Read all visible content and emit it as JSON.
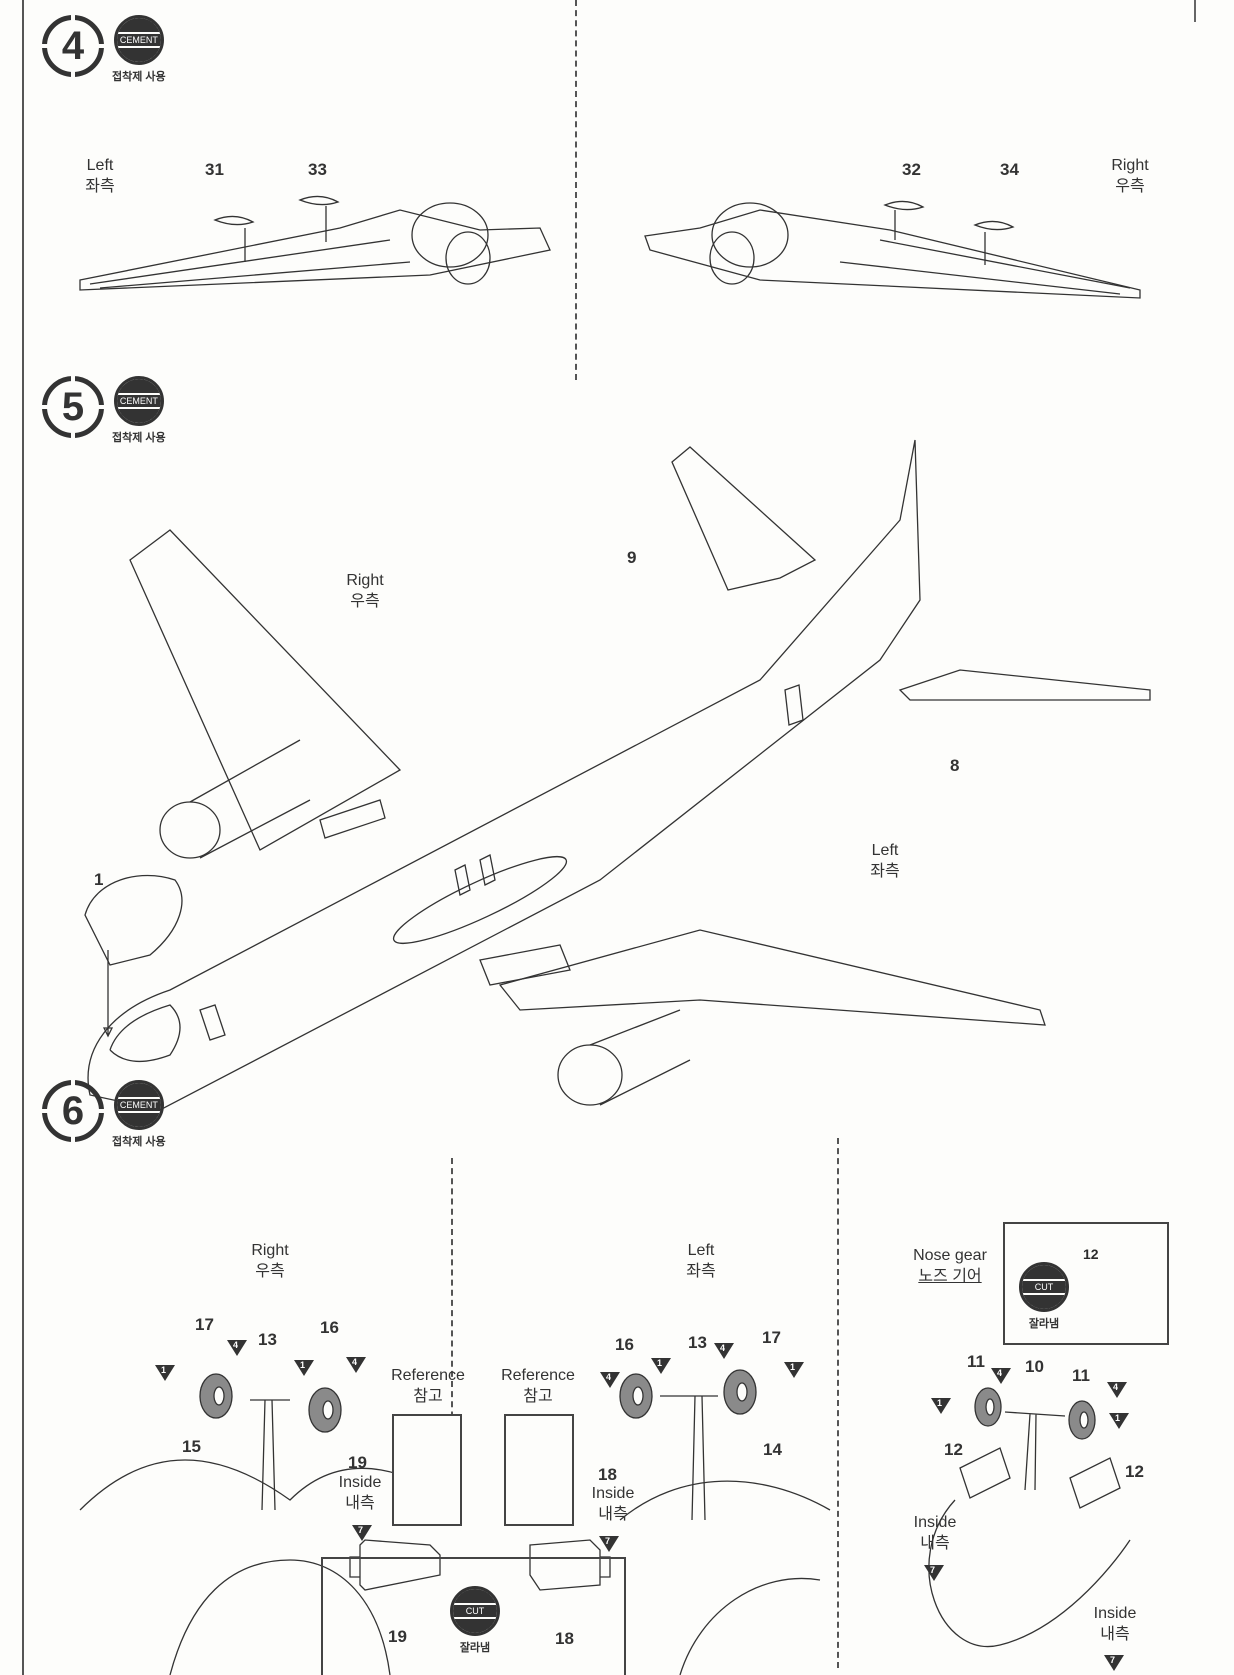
{
  "steps": [
    {
      "number": "4",
      "badge": "CEMENT",
      "badge_note": "접착제 사용"
    },
    {
      "number": "5",
      "badge": "CEMENT",
      "badge_note": "접착제 사용"
    },
    {
      "number": "6",
      "badge": "CEMENT",
      "badge_note": "접착제 사용"
    }
  ],
  "step4": {
    "left_panel": {
      "side_en": "Left",
      "side_ko": "좌측",
      "parts": [
        "31",
        "33"
      ]
    },
    "right_panel": {
      "side_en": "Right",
      "side_ko": "우측",
      "parts": [
        "32",
        "34"
      ]
    }
  },
  "step5": {
    "right_wing": {
      "en": "Right",
      "ko": "우측"
    },
    "left_wing": {
      "en": "Left",
      "ko": "좌측"
    },
    "parts": {
      "cockpit": "1",
      "fin": "9",
      "stabilizer": "8"
    }
  },
  "step6": {
    "right_gear": {
      "title_en": "Right",
      "title_ko": "우측",
      "parts": {
        "wheel_a": "17",
        "wheel_b": "16",
        "strut": "13",
        "arm": "15",
        "doors": "19"
      },
      "inside_en": "Inside",
      "inside_ko": "내측",
      "color_refs": [
        "1",
        "4",
        "1",
        "4",
        "7"
      ]
    },
    "reference_right": {
      "en": "Reference",
      "ko": "참고"
    },
    "reference_left": {
      "en": "Reference",
      "ko": "참고"
    },
    "left_gear": {
      "title_en": "Left",
      "title_ko": "좌측",
      "parts": {
        "wheel_a": "16",
        "wheel_b": "17",
        "strut": "13",
        "arm": "14",
        "doors": "18"
      },
      "inside_en": "Inside",
      "inside_ko": "내측",
      "color_refs": [
        "4",
        "1",
        "4",
        "1",
        "7"
      ]
    },
    "nose_gear": {
      "title_en": "Nose gear",
      "title_ko": "노즈 기어",
      "cut_part": "12",
      "cut_badge": "CUT",
      "cut_note": "잘라냄",
      "parts": {
        "wheel_left": "11",
        "strut": "10",
        "wheel_right": "11",
        "door_left": "12",
        "door_right": "12"
      },
      "inside_en": "Inside",
      "inside_ko": "내측",
      "color_refs": [
        "1",
        "4",
        "4",
        "1",
        "7",
        "7"
      ]
    },
    "cut_box": {
      "left_part": "19",
      "right_part": "18",
      "badge": "CUT",
      "note": "잘라냄"
    }
  }
}
